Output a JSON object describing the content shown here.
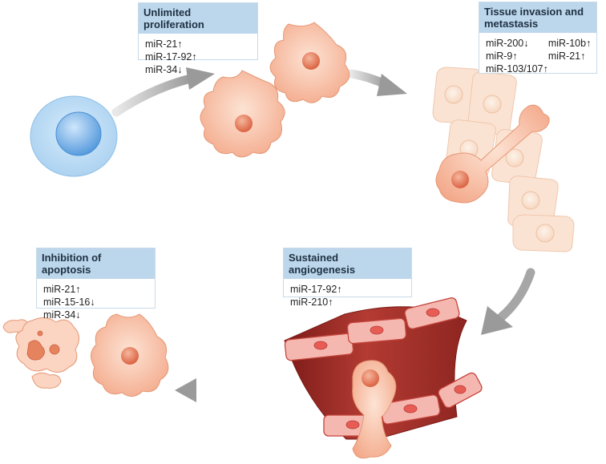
{
  "boxes": {
    "proliferation": {
      "title": "Unlimited proliferation",
      "items": [
        "miR-21↑",
        "miR-17-92↑",
        "miR-34↓"
      ]
    },
    "invasion": {
      "title": "Tissue invasion and metastasis",
      "left": [
        "miR-200↓",
        "miR-9↑",
        "miR-103/107↑"
      ],
      "right": [
        "miR-10b↑",
        "miR-21↑"
      ]
    },
    "angiogenesis": {
      "title": "Sustained angiogenesis",
      "items": [
        "miR-17-92↑",
        "miR-210↑"
      ]
    },
    "apoptosis": {
      "title": "Inhibition of apoptosis",
      "items": [
        "miR-21↑",
        "miR-15-16↓",
        "miR-34↓"
      ]
    }
  },
  "colors": {
    "normal_cell": "#a9d0f0",
    "normal_nucleus": "#5aa0e0",
    "cancer_cell": "#f4b193",
    "cancer_nucleus": "#e2704e",
    "epithelium": "#fbe2d2",
    "vessel": "#a8322c",
    "arrow": "#9a9a9a"
  }
}
